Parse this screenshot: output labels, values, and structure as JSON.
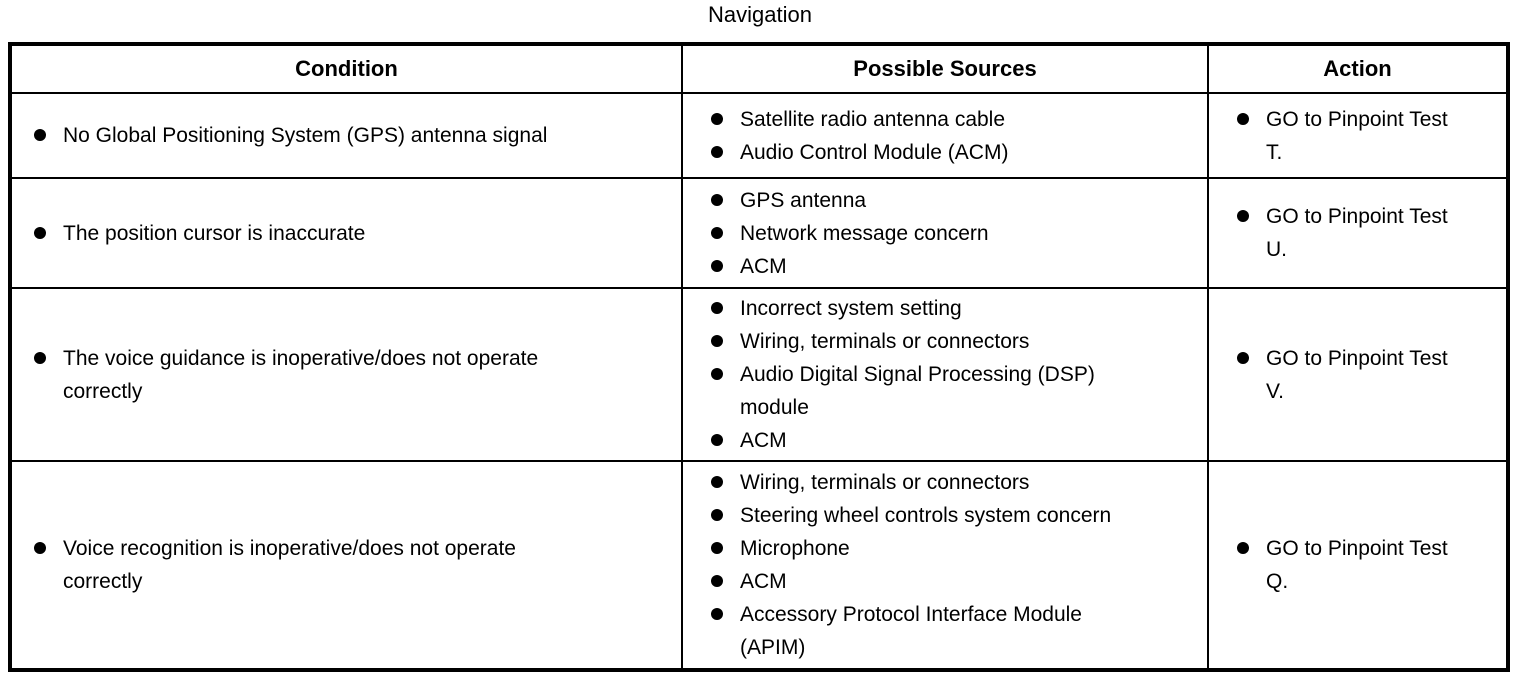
{
  "page": {
    "title": "Navigation"
  },
  "colors": {
    "border": "#000000",
    "text": "#000000",
    "background": "#ffffff"
  },
  "table": {
    "headers": {
      "condition": "Condition",
      "sources": "Possible Sources",
      "action": "Action"
    },
    "rows": [
      {
        "condition": [
          "No Global Positioning System (GPS) antenna signal"
        ],
        "sources": [
          "Satellite radio antenna cable",
          "Audio Control Module (ACM)"
        ],
        "action": [
          "GO to Pinpoint Test\nT."
        ]
      },
      {
        "condition": [
          "The position cursor is inaccurate"
        ],
        "sources": [
          "GPS antenna",
          "Network message concern",
          "ACM"
        ],
        "action": [
          "GO to Pinpoint Test\nU."
        ]
      },
      {
        "condition": [
          "The voice guidance is inoperative/does not operate\ncorrectly"
        ],
        "sources": [
          "Incorrect system setting",
          "Wiring, terminals or connectors",
          "Audio Digital Signal Processing (DSP)\nmodule",
          "ACM"
        ],
        "action": [
          "GO to Pinpoint Test\nV."
        ]
      },
      {
        "condition": [
          "Voice recognition is inoperative/does not operate\ncorrectly"
        ],
        "sources": [
          "Wiring, terminals or connectors",
          "Steering wheel controls system concern",
          "Microphone",
          "ACM",
          "Accessory Protocol Interface Module\n(APIM)"
        ],
        "action": [
          "GO to Pinpoint Test\nQ."
        ]
      }
    ]
  }
}
